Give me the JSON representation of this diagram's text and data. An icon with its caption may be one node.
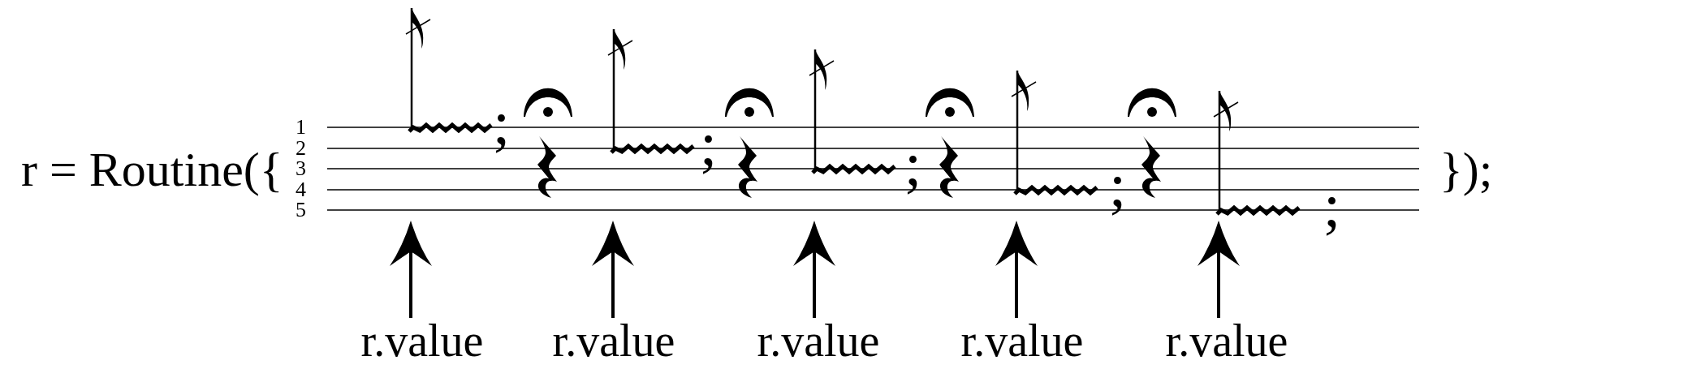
{
  "diagram": {
    "nodes": [
      {
        "text": [],
        "shape": "picture"
      },
      {
        "text": [
          "r.value"
        ]
      },
      {
        "text": [
          "r.value"
        ]
      },
      {
        "text": [
          "r.value"
        ]
      },
      {
        "text": [
          "r.value"
        ]
      },
      {
        "text": [
          "r.value"
        ]
      }
    ],
    "edges": [
      {
        "from": 1,
        "to": null,
        "arrow": "to"
      },
      {
        "from": 2,
        "to": null,
        "arrow": "to"
      },
      {
        "from": 3,
        "to": null,
        "arrow": "to"
      },
      {
        "from": 4,
        "to": null,
        "arrow": "to"
      },
      {
        "from": 5,
        "to": 0,
        "arrow": "to"
      }
    ],
    "labels": [
      "r = Routine({",
      "1",
      "2",
      "3",
      "4",
      "5",
      ";",
      ";",
      ";",
      ";",
      ";",
      "});"
    ]
  }
}
